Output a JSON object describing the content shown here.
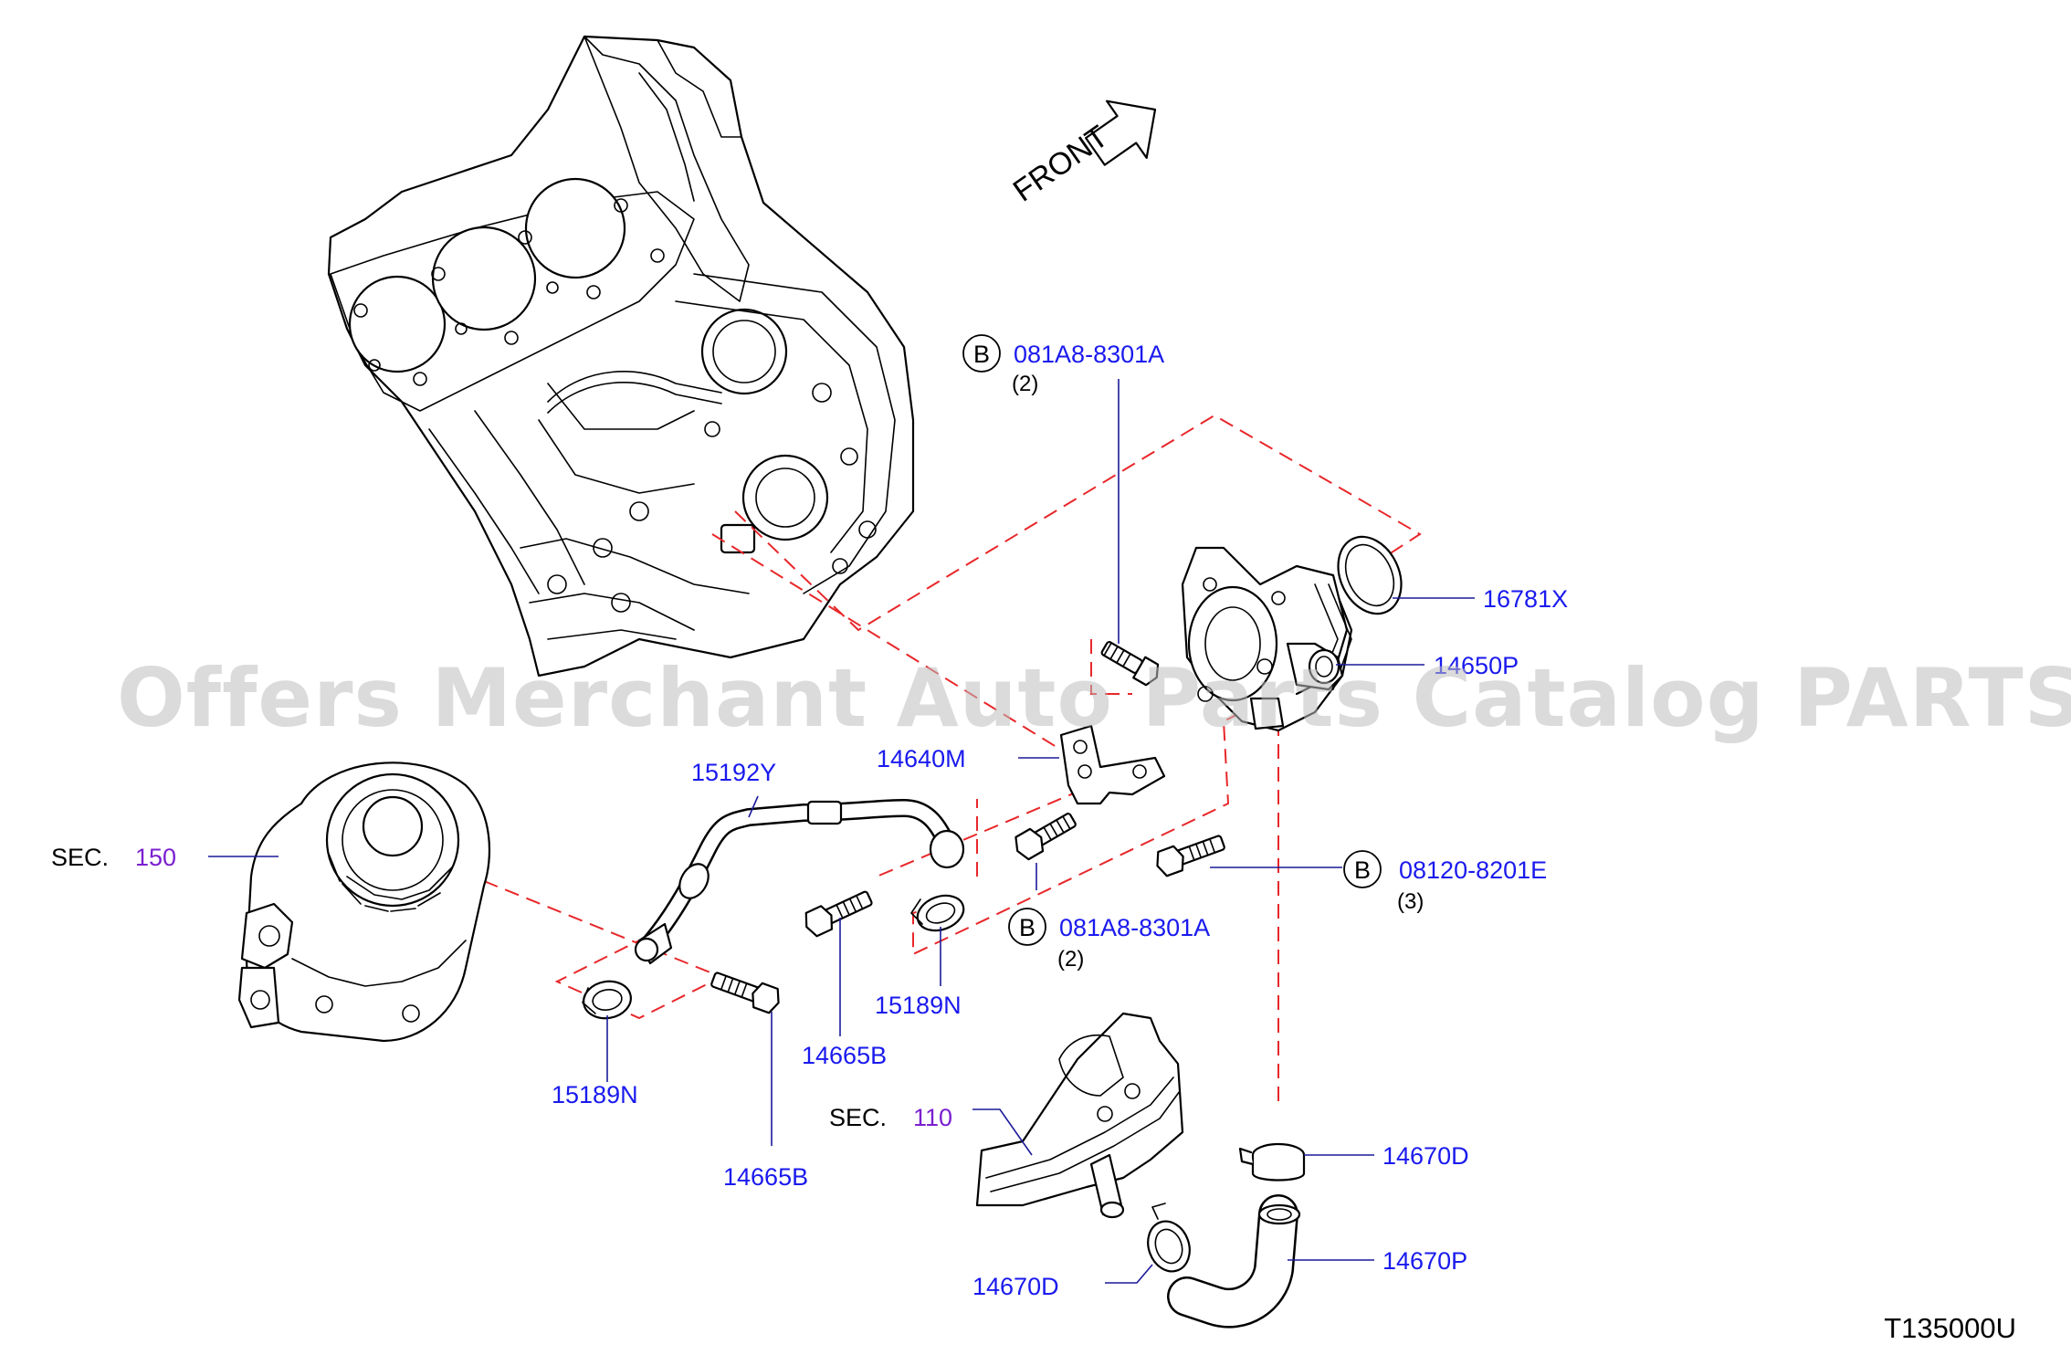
{
  "orientation": {
    "front_label": "FRONT"
  },
  "watermark": "Offers Merchant Auto Parts Catalog PARTSTORE.SA",
  "diagram_ref": "T135000U",
  "sections": [
    {
      "prefix": "SEC.",
      "number": "150"
    },
    {
      "prefix": "SEC.",
      "number": "110"
    }
  ],
  "bolt_marker": "B",
  "parts": [
    {
      "code": "081A8-8301A",
      "qty": "(2)"
    },
    {
      "code": "16781X"
    },
    {
      "code": "14650P"
    },
    {
      "code": "14640M"
    },
    {
      "code": "15192Y"
    },
    {
      "code": "081A8-8301A",
      "qty": "(2)"
    },
    {
      "code": "08120-8201E",
      "qty": "(3)"
    },
    {
      "code": "15189N"
    },
    {
      "code": "14665B"
    },
    {
      "code": "15189N"
    },
    {
      "code": "14665B"
    },
    {
      "code": "14670D"
    },
    {
      "code": "14670D"
    },
    {
      "code": "14670P"
    }
  ],
  "colors": {
    "part_code": "#1a1aee",
    "section_number": "#7a1fd0",
    "dashed_leader": "#e8272a",
    "watermark": "#bdbdbd"
  }
}
